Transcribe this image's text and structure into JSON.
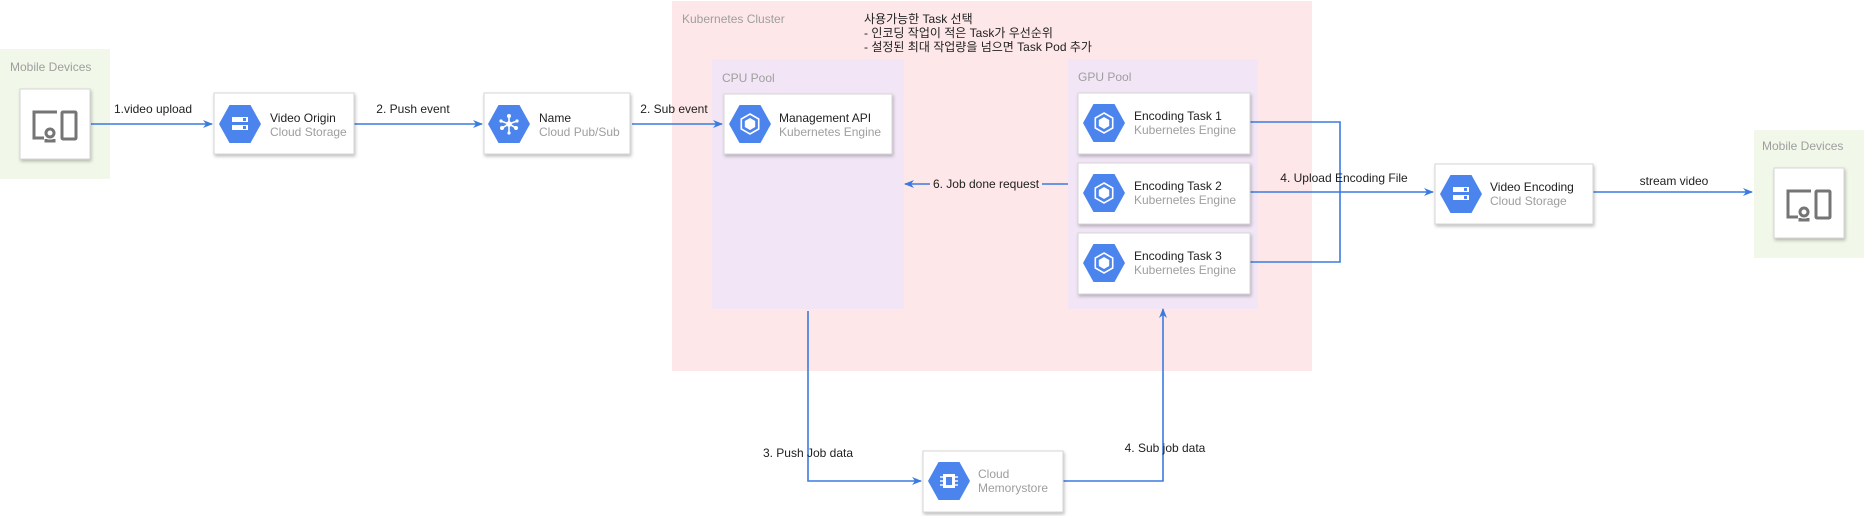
{
  "colors": {
    "region_green": "#f1f8e9",
    "cluster_pink": "#fde7e9",
    "pool_purple": "#f2e6f6",
    "gcp_blue": "#4c84ee",
    "arrow": "#3b7be0",
    "title_gray": "#9e9e9e",
    "text_dark": "#212121"
  },
  "regions": {
    "mobile_left": "Mobile Devices",
    "mobile_right": "Mobile Devices",
    "cluster": "Kubernetes Cluster",
    "cpu_pool": "CPU Pool",
    "gpu_pool": "GPU Pool"
  },
  "note": {
    "line1": "사용가능한 Task 선택",
    "line2": "- 인코딩 작업이 적은 Task가 우선순위",
    "line3": "- 설정된 최대 작업량을 넘으면 Task Pod 추가"
  },
  "nodes": {
    "video_origin": {
      "title": "Video Origin",
      "subtitle": "Cloud Storage",
      "icon": "storage-icon"
    },
    "pubsub": {
      "title": "Name",
      "subtitle": "Cloud Pub/Sub",
      "icon": "pubsub-icon"
    },
    "management_api": {
      "title": "Management API",
      "subtitle": "Kubernetes Engine",
      "icon": "kubernetes-icon"
    },
    "encoding_task_1": {
      "title": "Encoding Task 1",
      "subtitle": "Kubernetes Engine",
      "icon": "kubernetes-icon"
    },
    "encoding_task_2": {
      "title": "Encoding Task 2",
      "subtitle": "Kubernetes Engine",
      "icon": "kubernetes-icon"
    },
    "encoding_task_3": {
      "title": "Encoding Task 3",
      "subtitle": "Kubernetes Engine",
      "icon": "kubernetes-icon"
    },
    "video_encoding": {
      "title": "Video Encoding",
      "subtitle": "Cloud Storage",
      "icon": "storage-icon"
    },
    "memorystore": {
      "title": "Cloud",
      "subtitle": "Memorystore",
      "icon": "memorystore-icon"
    }
  },
  "edges": {
    "video_upload": "1.video upload",
    "push_event": "2. Push event",
    "sub_event": "2. Sub event",
    "push_job_data": "3. Push Job data",
    "sub_job_data": "4. Sub job data",
    "upload_encoding_file": "4. Upload Encoding File",
    "job_done_request": "6. Job done request",
    "stream_video": "stream video"
  }
}
